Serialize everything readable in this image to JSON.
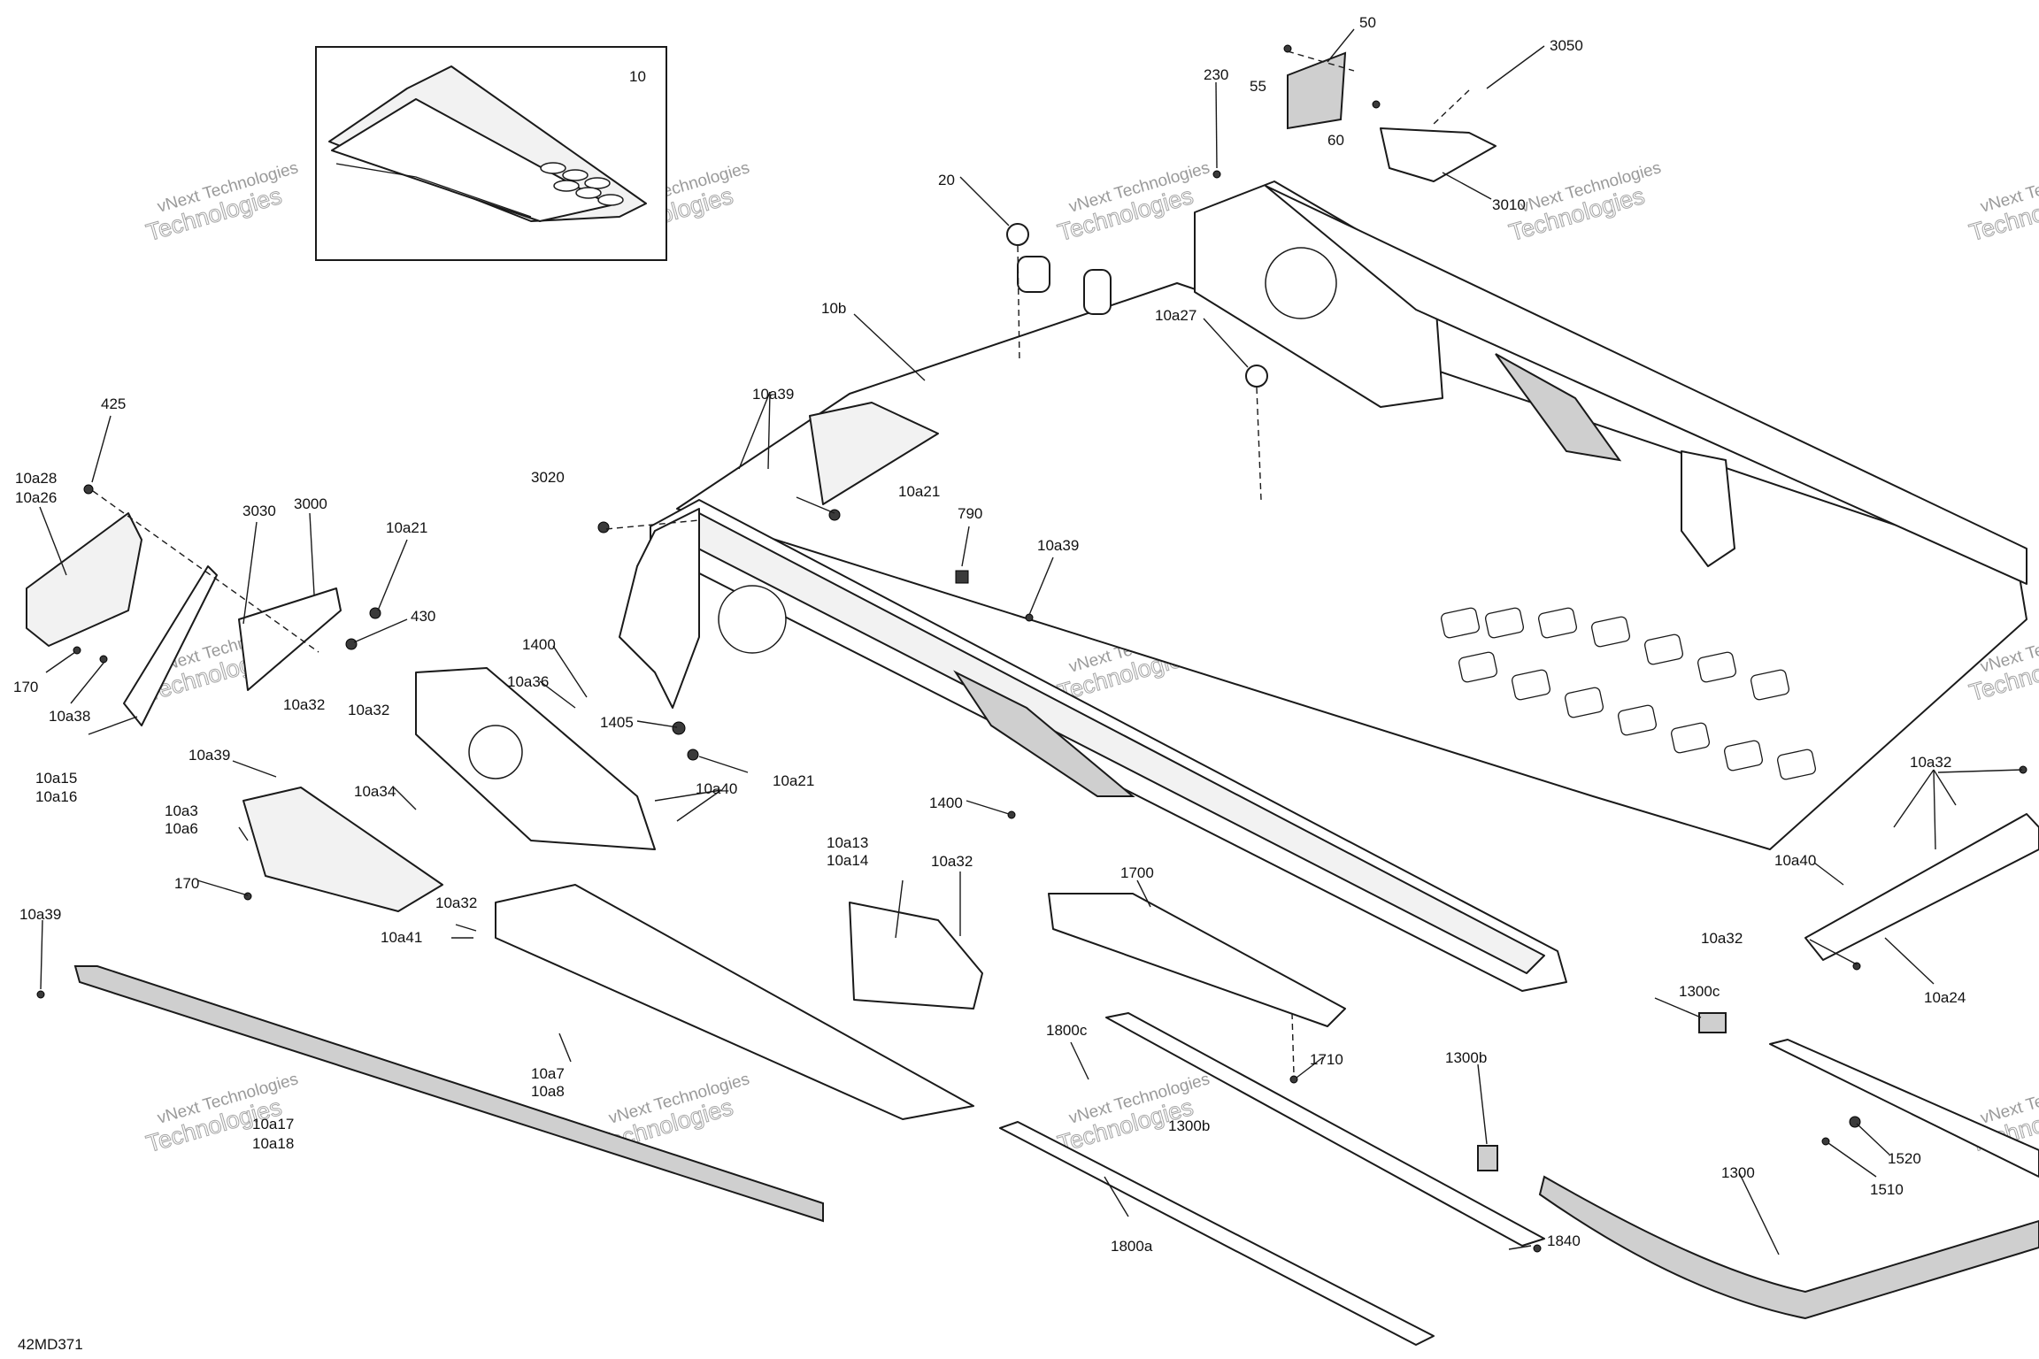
{
  "inset": {
    "label": "10"
  },
  "callouts": [
    "50",
    "3050",
    "230",
    "55",
    "60",
    "3010",
    "20",
    "10b",
    "10a27",
    "425",
    "10a28",
    "10a26",
    "10a39",
    "3020",
    "10a21",
    "3030",
    "3000",
    "10a21",
    "430",
    "790",
    "10a39",
    "1400",
    "10a36",
    "170",
    "10a38",
    "10a32",
    "10a32",
    "1405",
    "10a21",
    "10a15",
    "10a16",
    "10a39",
    "10a34",
    "10a40",
    "10a3",
    "10a6",
    "1400",
    "10a32",
    "10a40",
    "10a32",
    "10a24",
    "170",
    "10a13",
    "10a14",
    "10a32",
    "1700",
    "10a39",
    "10a32",
    "10a41",
    "1300c",
    "1300b",
    "10a7",
    "10a8",
    "1800c",
    "1710",
    "1300b",
    "10a17",
    "10a18",
    "1520",
    "1510",
    "1300",
    "1840",
    "1800a"
  ],
  "watermark": {
    "line1": "vNext Technologies",
    "line2": "Technologies"
  },
  "drawing_code": "42MD371"
}
